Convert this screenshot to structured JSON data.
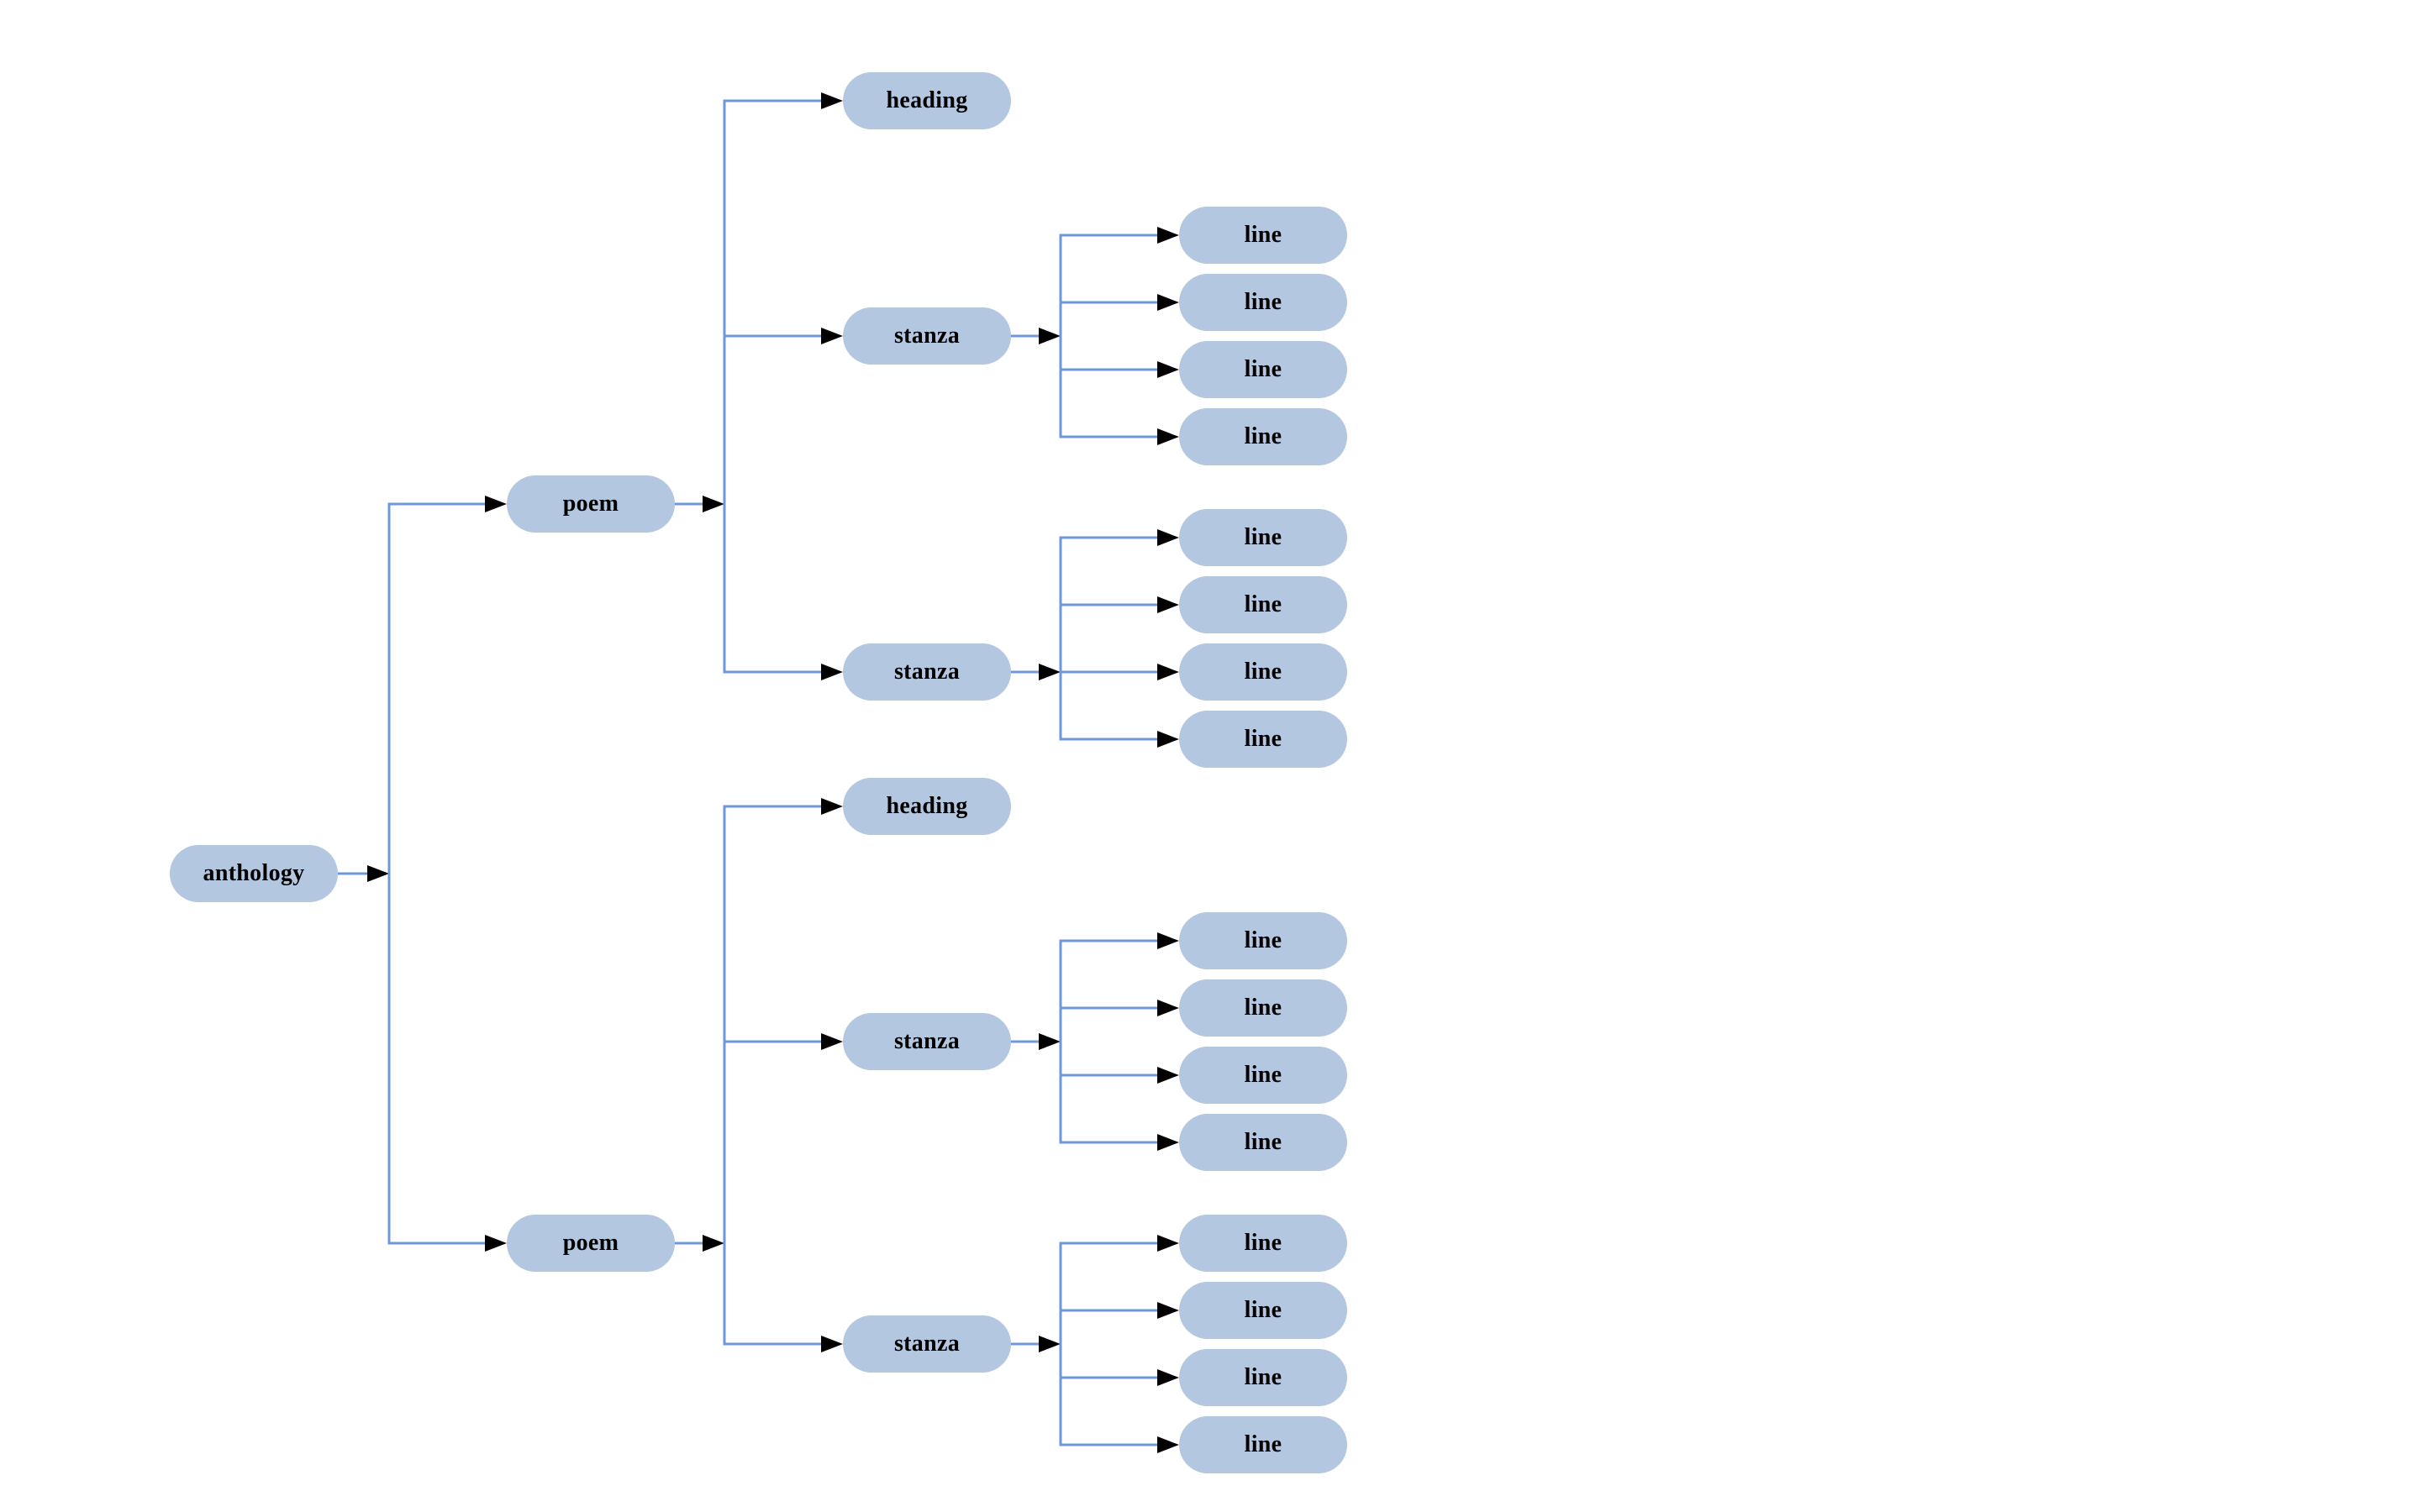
{
  "diagram": {
    "type": "tree",
    "direction": "left-to-right",
    "colors": {
      "node_fill": "#B4C7E0",
      "edge": "#6F97DC",
      "arrowhead": "#000000",
      "text": "#000000",
      "background": "#FFFFFF"
    },
    "tree": {
      "id": "anthology",
      "label": "anthology",
      "children": [
        {
          "id": "poem-1",
          "label": "poem",
          "children": [
            {
              "id": "heading-1",
              "label": "heading",
              "children": []
            },
            {
              "id": "stanza-1",
              "label": "stanza",
              "children": [
                {
                  "id": "line-1-1",
                  "label": "line",
                  "children": []
                },
                {
                  "id": "line-1-2",
                  "label": "line",
                  "children": []
                },
                {
                  "id": "line-1-3",
                  "label": "line",
                  "children": []
                },
                {
                  "id": "line-1-4",
                  "label": "line",
                  "children": []
                }
              ]
            },
            {
              "id": "stanza-2",
              "label": "stanza",
              "children": [
                {
                  "id": "line-2-1",
                  "label": "line",
                  "children": []
                },
                {
                  "id": "line-2-2",
                  "label": "line",
                  "children": []
                },
                {
                  "id": "line-2-3",
                  "label": "line",
                  "children": []
                },
                {
                  "id": "line-2-4",
                  "label": "line",
                  "children": []
                }
              ]
            }
          ]
        },
        {
          "id": "poem-2",
          "label": "poem",
          "children": [
            {
              "id": "heading-2",
              "label": "heading",
              "children": []
            },
            {
              "id": "stanza-3",
              "label": "stanza",
              "children": [
                {
                  "id": "line-3-1",
                  "label": "line",
                  "children": []
                },
                {
                  "id": "line-3-2",
                  "label": "line",
                  "children": []
                },
                {
                  "id": "line-3-3",
                  "label": "line",
                  "children": []
                },
                {
                  "id": "line-3-4",
                  "label": "line",
                  "children": []
                }
              ]
            },
            {
              "id": "stanza-4",
              "label": "stanza",
              "children": [
                {
                  "id": "line-4-1",
                  "label": "line",
                  "children": []
                },
                {
                  "id": "line-4-2",
                  "label": "line",
                  "children": []
                },
                {
                  "id": "line-4-3",
                  "label": "line",
                  "children": []
                },
                {
                  "id": "line-4-4",
                  "label": "line",
                  "children": []
                }
              ]
            }
          ]
        }
      ]
    }
  }
}
